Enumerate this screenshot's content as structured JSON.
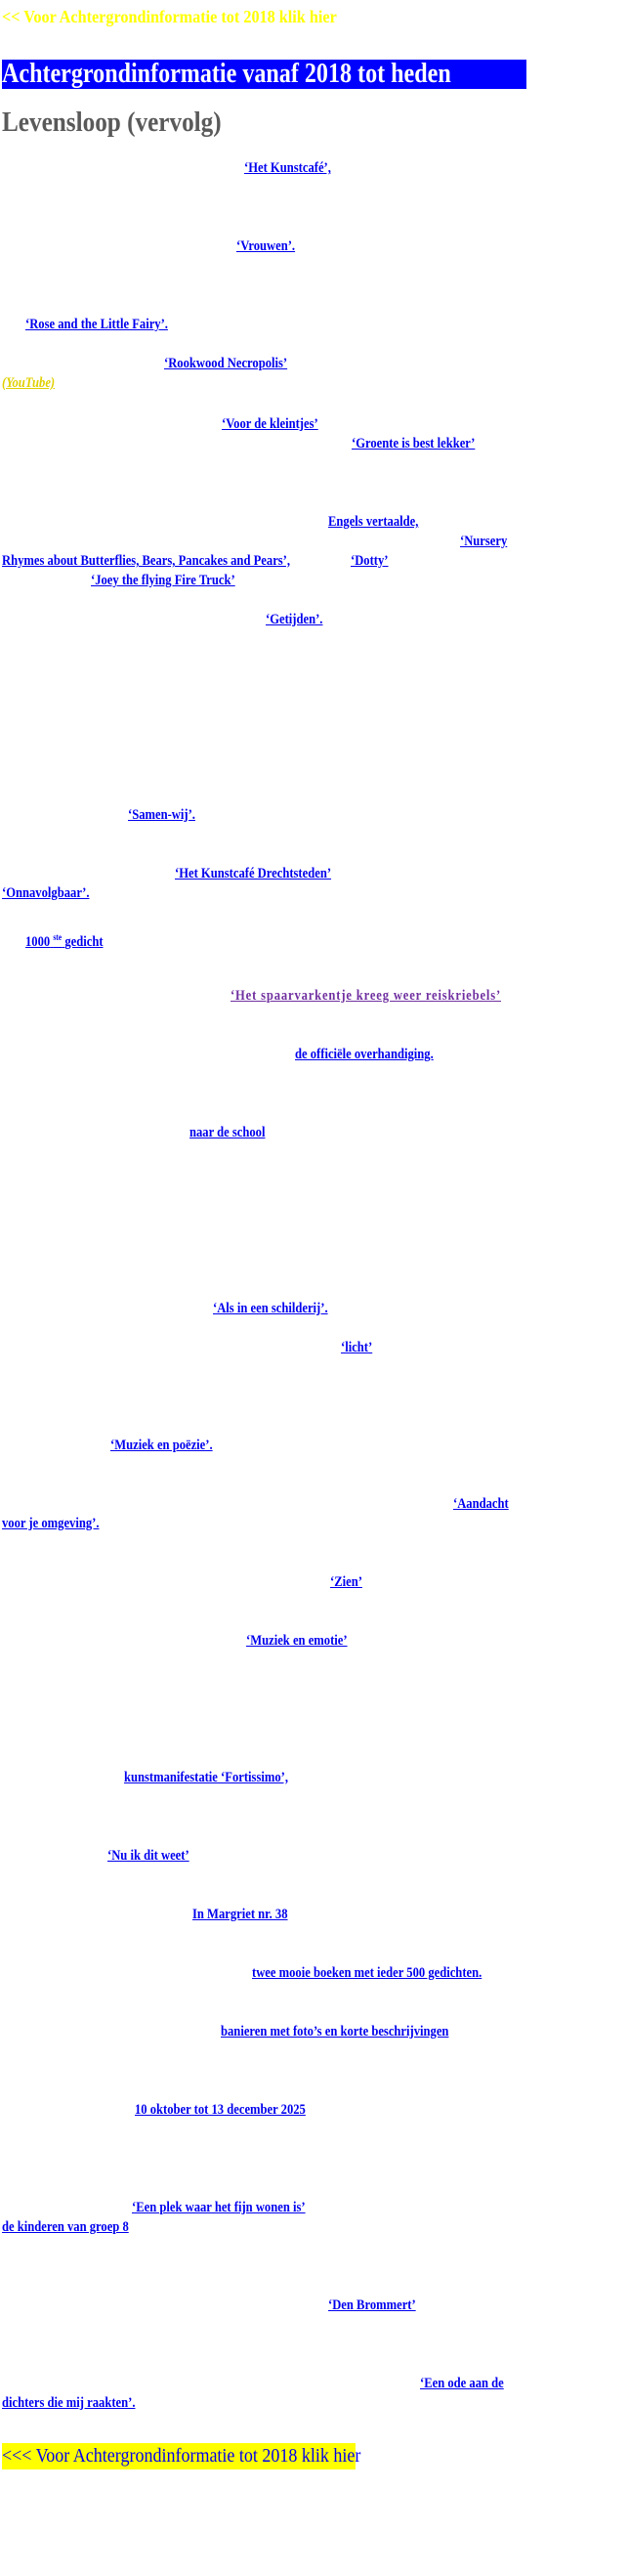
{
  "nav": {
    "top_link": "<< Voor Achtergrondinformatie  tot 2018  klik hier",
    "bottom_link": "<<< Voor Achtergrondinformatie  tot 2018  klik hier"
  },
  "header": {
    "title": "Achtergrondinformatie  vanaf  2018 tot heden",
    "subtitle": "Levensloop (vervolg)"
  },
  "links": [
    "‘Het  Kunstcafé’,",
    "‘Vrouwen’.",
    "‘Rose and the Little Fairy’.",
    "‘Rookwood Necropolis’",
    "(YouTube)",
    "‘Voor de  kleintjes’",
    "‘Groente  is  best  lekker’",
    "Engels  vertaalde,",
    "‘Nursery",
    "Rhymes  about  Butterflies,  Bears,  Pancakes  and  Pears’,",
    "‘Dotty’",
    "‘Joey the flying Fire Truck’",
    "‘Getijden’.",
    "‘Samen-wij’.",
    "‘Het  Kunstcafé  Drechtsteden’",
    "‘Onnavolgbaar’.",
    "1000",
    "ste",
    "gedicht",
    "‘Het  spaarvarkentje  kreeg  weer  reiskriebels’",
    "de  officiële  overhandiging.",
    "naar de school",
    "‘Als in een schilderij’.",
    "‘licht’",
    "‘Muziek  en  poëzie’.",
    "‘Aandacht",
    "voor  je  omgeving’.",
    "‘Zien’",
    "‘Muziek  en  emotie’",
    "kunstmanifestatie  ‘Fortissimo’,",
    "‘Nu ik dit weet’",
    "In  Margriet  nr.  38",
    "twee  mooie  boeken met ieder 500  gedichten.",
    "banieren met foto’s en korte beschrijvingen",
    "10 oktober tot 13 december 2025",
    "‘Een plek waar het fijn wonen is’",
    "de  kinderen van groep 8",
    "‘Den Brommert’",
    "‘Een ode  aan de",
    "dichters die mij raakten’."
  ]
}
